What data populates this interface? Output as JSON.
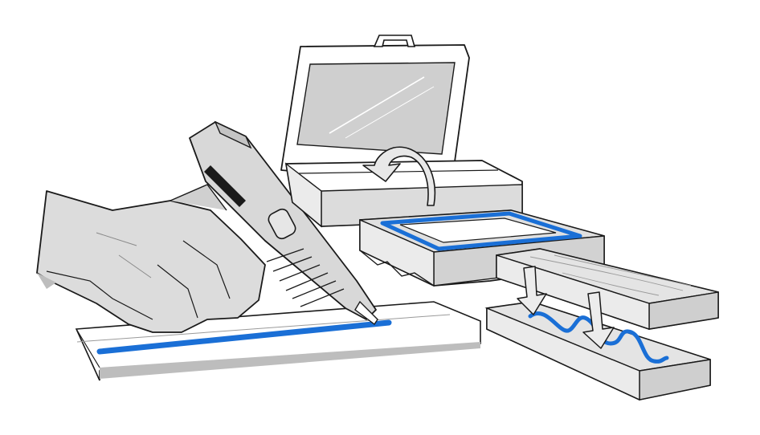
{
  "colors": {
    "background": "#ffffff",
    "outline": "#1a1a1a",
    "fill_light": "#e6e6e6",
    "fill_mid": "#d4d4d4",
    "fill_dark": "#b8b8b8",
    "adhesive": "#1a6fd6"
  },
  "scene": {
    "items": [
      {
        "name": "hand",
        "icon": "hand-icon"
      },
      {
        "name": "glue-gun",
        "icon": "glue-gun-icon"
      },
      {
        "name": "adhesive-bead-strip",
        "icon": "glue-bead-icon"
      },
      {
        "name": "open-box-container",
        "icon": "box-icon"
      },
      {
        "name": "flip-lid-arrow",
        "icon": "curved-arrow-icon"
      },
      {
        "name": "frame-with-adhesive",
        "icon": "frame-icon"
      },
      {
        "name": "wood-boards",
        "icon": "wood-board-icon"
      },
      {
        "name": "press-down-arrows",
        "icon": "arrow-down-icon"
      },
      {
        "name": "adhesive-squiggle",
        "icon": "glue-squiggle-icon"
      }
    ]
  }
}
